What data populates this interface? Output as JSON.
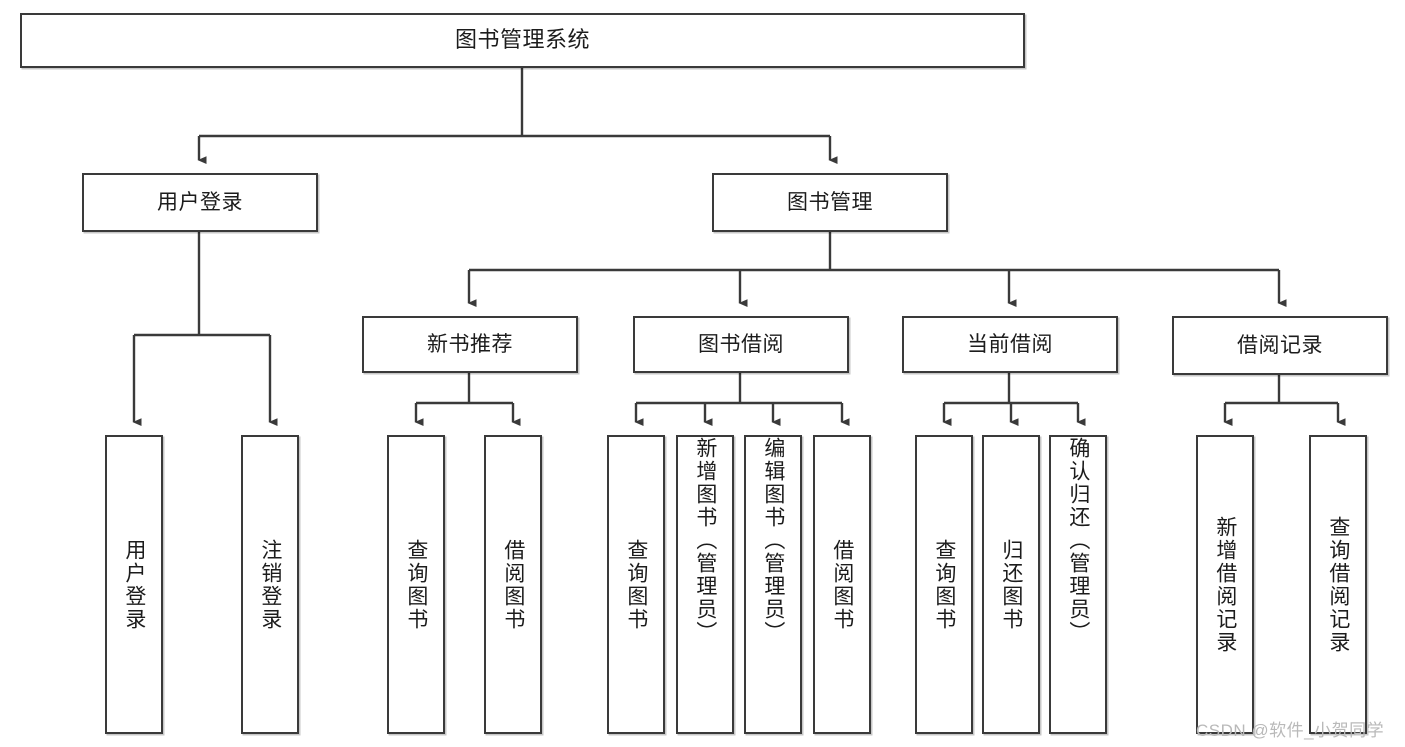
{
  "diagram": {
    "title": "图书管理系统",
    "type": "tree-hierarchy-chart",
    "watermark": "CSDN @软件_小贺同学",
    "colors": {
      "box_stroke": "#3a3a3a",
      "box_fill": "#ffffff",
      "text": "#1c1c1c",
      "connector": "#3a3a3a",
      "watermark": "#b9b9b9",
      "page_background": "#ffffff"
    },
    "root": {
      "label": "图书管理系统"
    },
    "level2": [
      {
        "label": "用户登录"
      },
      {
        "label": "图书管理"
      }
    ],
    "level3": [
      {
        "label": "新书推荐"
      },
      {
        "label": "图书借阅"
      },
      {
        "label": "当前借阅"
      },
      {
        "label": "借阅记录"
      }
    ],
    "leaves": {
      "user_login": [
        {
          "label": "用户登录"
        },
        {
          "label": "注销登录"
        }
      ],
      "new_book_recommend": [
        {
          "label": "查询图书"
        },
        {
          "label": "借阅图书"
        }
      ],
      "book_borrow": [
        {
          "label": "查询图书"
        },
        {
          "label": "新增图书（管理员）"
        },
        {
          "label": "编辑图书（管理员）"
        },
        {
          "label": "借阅图书"
        }
      ],
      "current_borrow": [
        {
          "label": "查询图书"
        },
        {
          "label": "归还图书"
        },
        {
          "label": "确认归还（管理员）"
        }
      ],
      "borrow_record": [
        {
          "label": "新增借阅记录"
        },
        {
          "label": "查询借阅记录"
        }
      ]
    }
  }
}
